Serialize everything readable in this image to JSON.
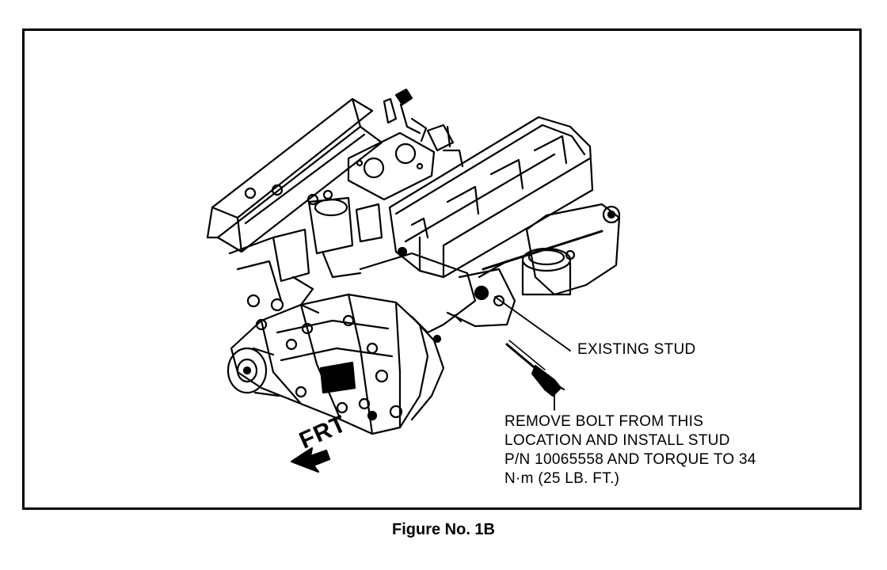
{
  "figure": {
    "caption": "Figure No. 1B",
    "callouts": {
      "existing_stud": "EXISTING STUD",
      "remove_bolt_lines": [
        "REMOVE BOLT FROM THIS",
        "LOCATION AND INSTALL STUD",
        "P/N 10065558 AND TORQUE TO 34",
        "N·m (25 LB. FT.)"
      ]
    },
    "direction_label": "FRT"
  }
}
